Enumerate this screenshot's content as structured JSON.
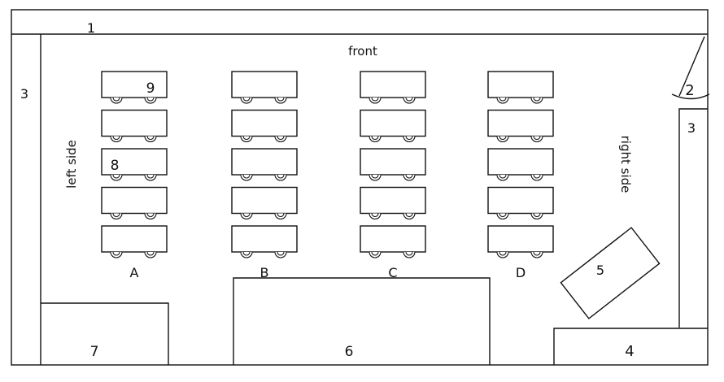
{
  "labels": {
    "front": "front",
    "left_side": "left side",
    "right_side": "right side"
  },
  "columns": [
    "A",
    "B",
    "C",
    "D"
  ],
  "rows_per_column": 5,
  "desk_marks": [
    {
      "column": 0,
      "row": 0,
      "text": "9"
    },
    {
      "column": 0,
      "row": 2,
      "text": "8"
    }
  ],
  "items": {
    "n1": "1",
    "n2": "2",
    "n3_left": "3",
    "n3_right": "3",
    "n4": "4",
    "n5": "5",
    "n6": "6",
    "n7": "7"
  }
}
